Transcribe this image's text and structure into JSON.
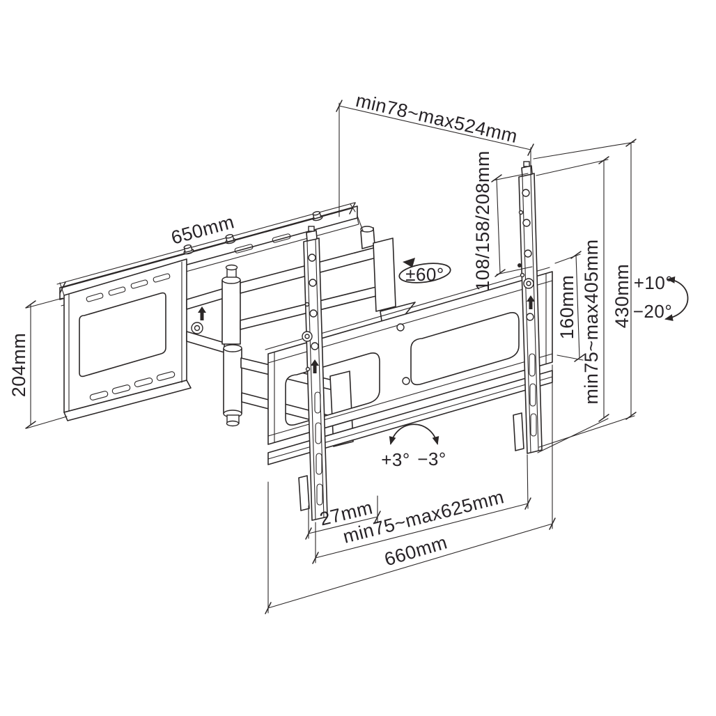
{
  "colors": {
    "line": "#2b2727",
    "background": "#ffffff"
  },
  "labels": {
    "extension_depth": "min78~max524mm",
    "wall_rail_width": "650mm",
    "wall_plate_height": "204mm",
    "mount_height_options": "108/158/208mm",
    "vesa_vertical_range": "min75~max405mm",
    "bracket_height": "160mm",
    "rail_length": "430mm",
    "tilt_up": "+10°",
    "tilt_down": "−20°",
    "swivel_range": "±60°",
    "level_adjust_plus": "+3°",
    "level_adjust_minus": "−3°",
    "rail_offset": "27mm",
    "vesa_horizontal_range": "min75~max625mm",
    "bracket_width": "660mm"
  }
}
